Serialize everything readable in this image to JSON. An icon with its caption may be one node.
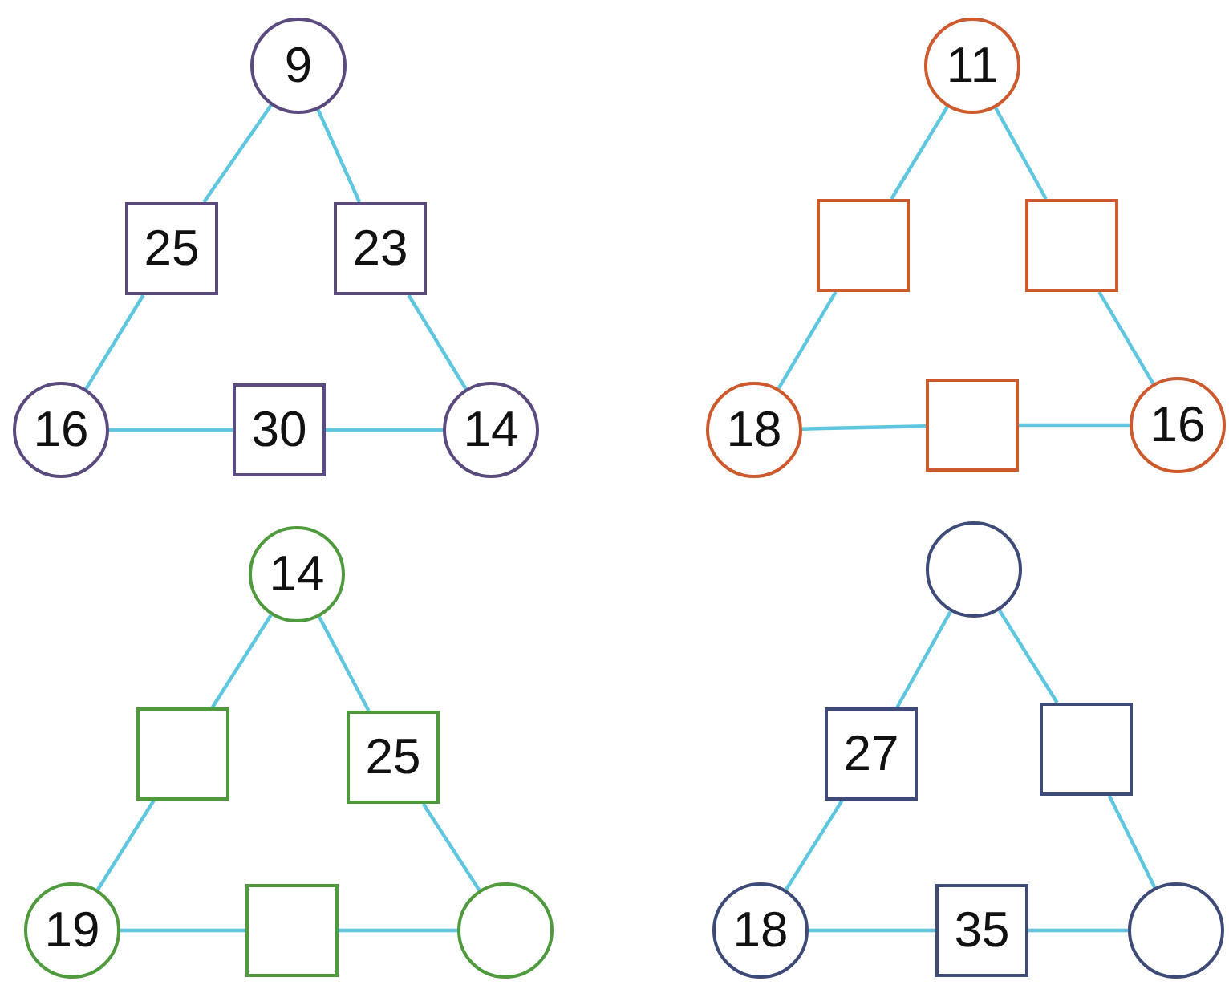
{
  "diagram": {
    "nodes": [
      {
        "text": [
          "9"
        ]
      },
      {
        "text": [
          "25"
        ]
      },
      {
        "text": [
          "23"
        ]
      },
      {
        "text": [
          "16"
        ]
      },
      {
        "text": [
          "30"
        ]
      },
      {
        "text": [
          "14"
        ]
      },
      {
        "text": [
          "11"
        ]
      },
      {
        "text": [],
        "shape": "box"
      },
      {
        "text": [],
        "shape": "box"
      },
      {
        "text": [
          "18"
        ]
      },
      {
        "text": [],
        "shape": "box"
      },
      {
        "text": [
          "16"
        ]
      },
      {
        "text": [
          "14"
        ]
      },
      {
        "text": [],
        "shape": "box"
      },
      {
        "text": [
          "25"
        ]
      },
      {
        "text": [
          "19"
        ]
      },
      {
        "text": [],
        "shape": "box"
      },
      {
        "text": [],
        "shape": "circle"
      },
      {
        "text": [],
        "shape": "circle"
      },
      {
        "text": [
          "27"
        ]
      },
      {
        "text": [],
        "shape": "box"
      },
      {
        "text": [
          "18"
        ]
      },
      {
        "text": [
          "35"
        ]
      },
      {
        "text": [],
        "shape": "circle"
      }
    ],
    "edges": [
      {
        "from": 0,
        "to": 1,
        "arrow": "none"
      },
      {
        "from": 1,
        "to": 3,
        "arrow": "none"
      },
      {
        "from": 3,
        "to": 4,
        "arrow": "none"
      },
      {
        "from": 4,
        "to": 5,
        "arrow": "none"
      },
      {
        "from": 5,
        "to": 2,
        "arrow": "none"
      },
      {
        "from": 2,
        "to": 0,
        "arrow": "none"
      },
      {
        "from": 6,
        "to": 7,
        "arrow": "none"
      },
      {
        "from": 7,
        "to": 9,
        "arrow": "none"
      },
      {
        "from": 9,
        "to": 10,
        "arrow": "none"
      },
      {
        "from": 10,
        "to": 11,
        "arrow": "none"
      },
      {
        "from": 11,
        "to": 8,
        "arrow": "none"
      },
      {
        "from": 8,
        "to": 6,
        "arrow": "none"
      },
      {
        "from": 12,
        "to": 13,
        "arrow": "none"
      },
      {
        "from": 13,
        "to": 15,
        "arrow": "none"
      },
      {
        "from": 15,
        "to": 16,
        "arrow": "none"
      },
      {
        "from": 16,
        "to": 17,
        "arrow": "none"
      },
      {
        "from": 17,
        "to": 14,
        "arrow": "none"
      },
      {
        "from": 14,
        "to": 12,
        "arrow": "none"
      },
      {
        "from": 18,
        "to": 19,
        "arrow": "none"
      },
      {
        "from": 19,
        "to": 21,
        "arrow": "none"
      },
      {
        "from": 21,
        "to": 22,
        "arrow": "none"
      },
      {
        "from": 22,
        "to": 23,
        "arrow": "none"
      },
      {
        "from": 23,
        "to": 20,
        "arrow": "none"
      },
      {
        "from": 20,
        "to": 18,
        "arrow": "none"
      }
    ]
  }
}
